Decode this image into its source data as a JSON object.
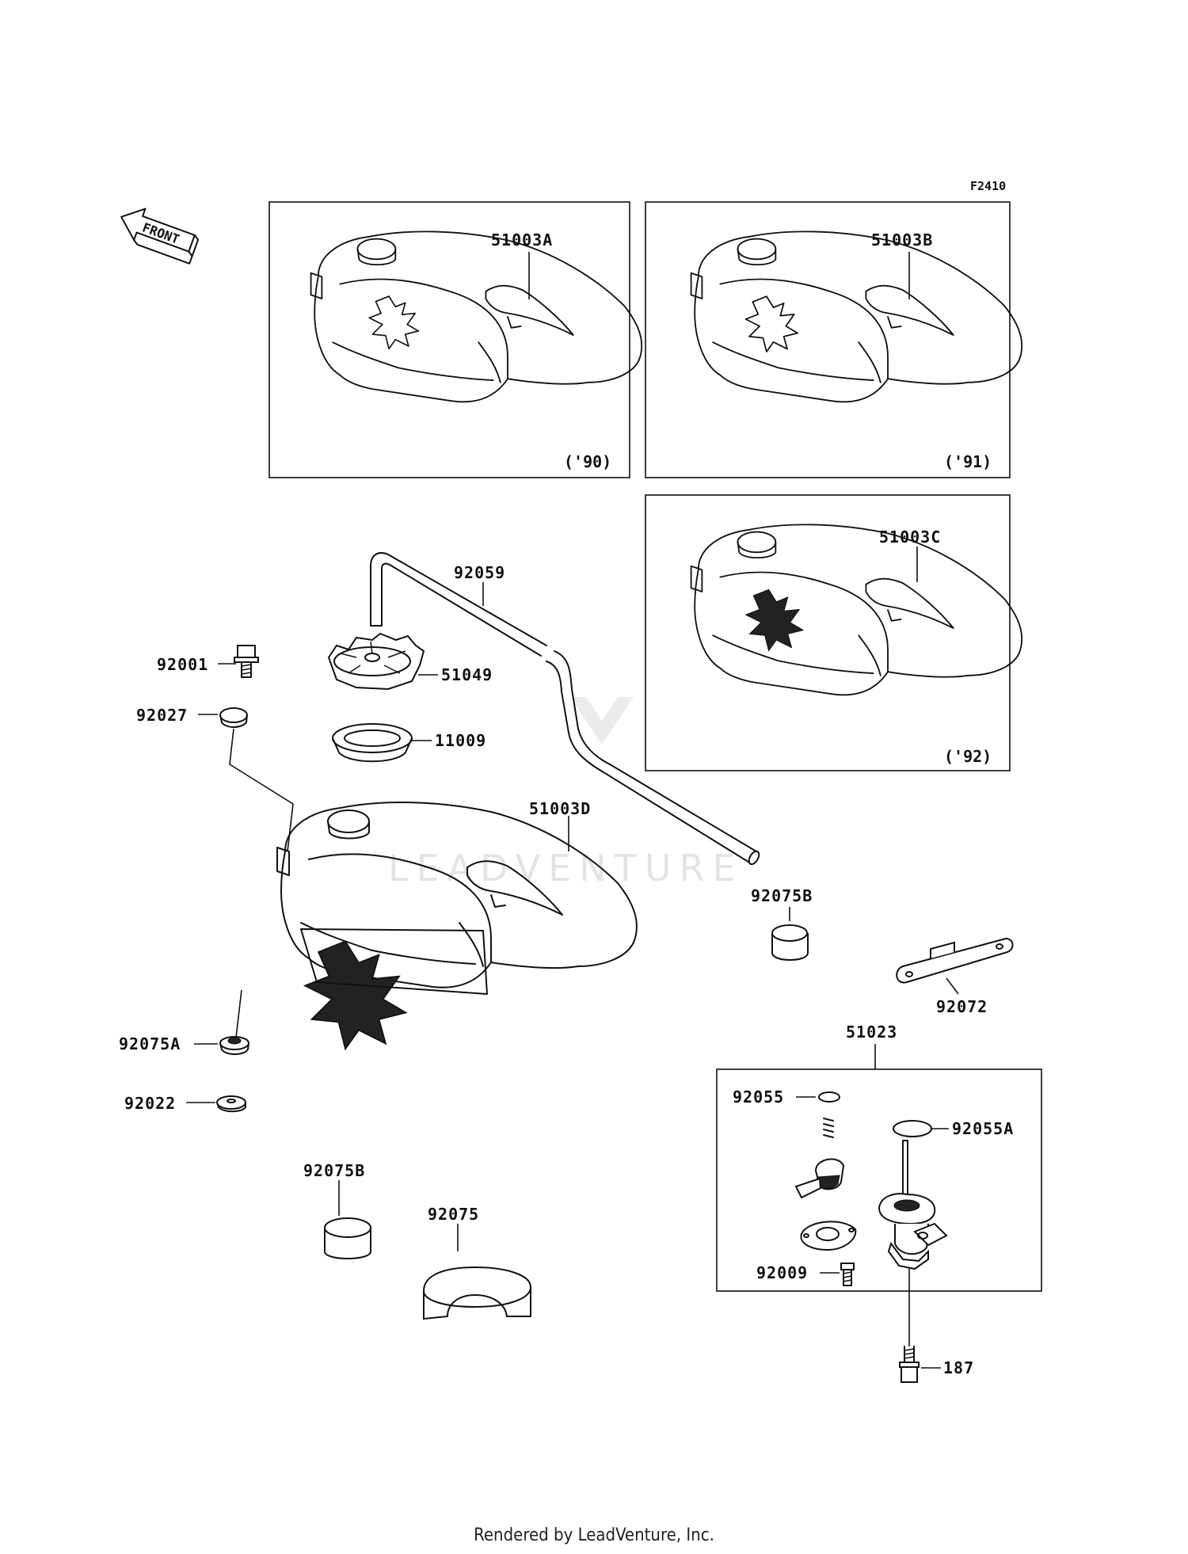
{
  "figure_code": "F2410",
  "front_label": "FRONT",
  "watermark": "LEADVENTURE",
  "footer": "Rendered by LeadVenture, Inc.",
  "panels": {
    "a": {
      "part": "51003A",
      "year": "('90)"
    },
    "b": {
      "part": "51003B",
      "year": "('91)"
    },
    "c": {
      "part": "51003C",
      "year": "('92)"
    }
  },
  "parts": {
    "p92059": "92059",
    "p92001": "92001",
    "p51049": "51049",
    "p92027": "92027",
    "p11009": "11009",
    "p51003D": "51003D",
    "p92075B_top": "92075B",
    "p92072": "92072",
    "p51023": "51023",
    "p92075A": "92075A",
    "p92055": "92055",
    "p92055A": "92055A",
    "p92022": "92022",
    "p92075B_bottom": "92075B",
    "p92075": "92075",
    "p92009": "92009",
    "p187": "187"
  }
}
